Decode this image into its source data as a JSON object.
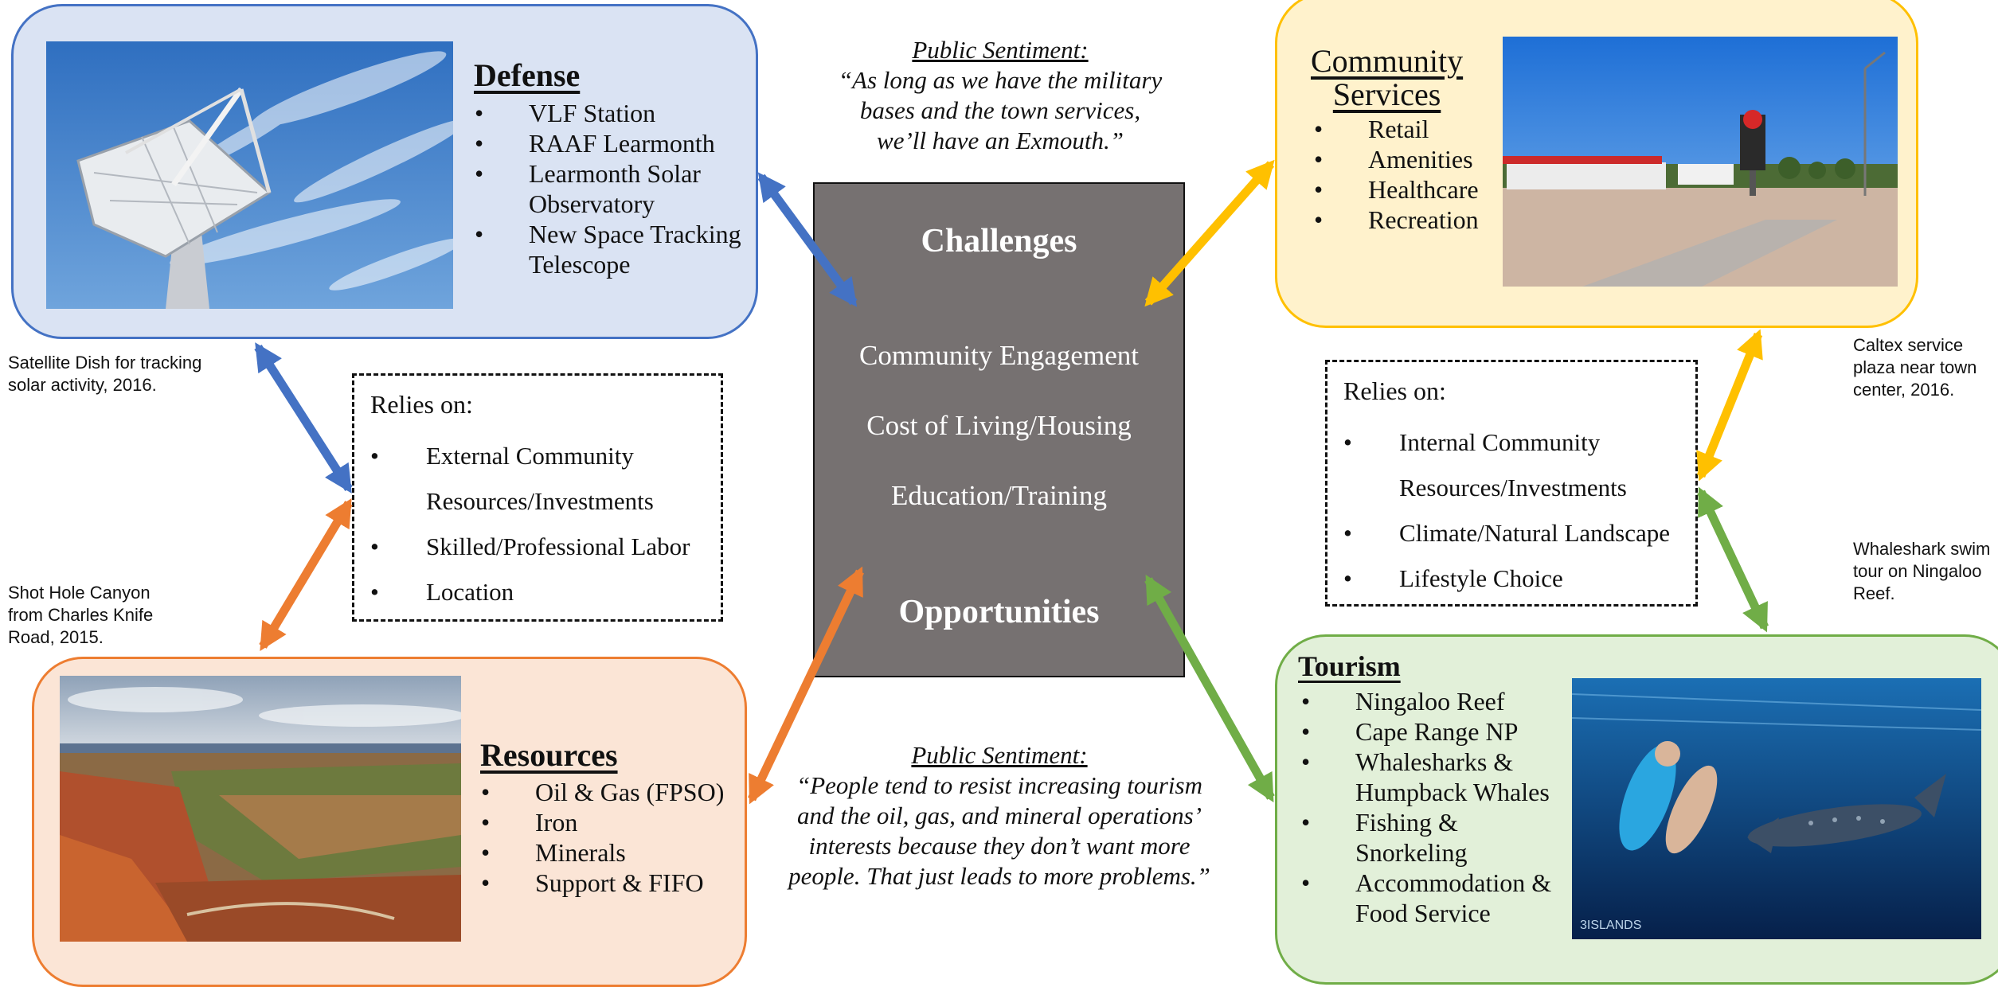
{
  "colors": {
    "defense_fill": "#dae3f3",
    "defense_border": "#4472c4",
    "community_fill": "#fff2cc",
    "community_border": "#ffc000",
    "resources_fill": "#fbe5d6",
    "resources_border": "#ed7d31",
    "tourism_fill": "#e2f0d9",
    "tourism_border": "#70ad47",
    "center_fill": "#767171",
    "arrow_blue": "#4472c4",
    "arrow_yellow": "#ffc000",
    "arrow_orange": "#ed7d31",
    "arrow_green": "#70ad47"
  },
  "defense": {
    "title": "Defense",
    "items": [
      "VLF Station",
      "RAAF Learmonth",
      "Learmonth Solar Observatory",
      "New Space Tracking Telescope"
    ],
    "caption": "Satellite Dish for tracking solar activity, 2016."
  },
  "community": {
    "title_line1": "Community",
    "title_line2": "Services",
    "items": [
      "Retail",
      "Amenities",
      "Healthcare",
      "Recreation"
    ],
    "caption": "Caltex service plaza near town center, 2016."
  },
  "resources": {
    "title": "Resources",
    "items": [
      "Oil & Gas (FPSO)",
      "Iron",
      "Minerals",
      "Support & FIFO"
    ],
    "caption": "Shot Hole Canyon from Charles Knife Road, 2015."
  },
  "tourism": {
    "title": "Tourism",
    "items": [
      "Ningaloo Reef",
      "Cape Range NP",
      "Whalesharks & Humpback Whales",
      "Fishing & Snorkeling",
      "Accommodation & Food Service"
    ],
    "caption": "Whaleshark swim tour on Ningaloo Reef."
  },
  "relies_left": {
    "heading": "Relies on:",
    "items": [
      "External Community",
      "Resources/Investments",
      "Skilled/Professional Labor",
      "Location"
    ]
  },
  "relies_right": {
    "heading": "Relies on:",
    "items": [
      "Internal Community",
      "Resources/Investments",
      "Climate/Natural Landscape",
      "Lifestyle Choice"
    ]
  },
  "center": {
    "challenges": "Challenges",
    "items": [
      "Community Engagement",
      "Cost of Living/Housing",
      "Education/Training"
    ],
    "opportunities": "Opportunities"
  },
  "sentiment_top": {
    "heading": "Public Sentiment:",
    "lines": [
      "“As long as we have the military",
      "bases and the town services,",
      "we’ll have an Exmouth.”"
    ]
  },
  "sentiment_bottom": {
    "heading": "Public Sentiment:",
    "lines": [
      "“People tend to resist increasing tourism",
      "and the oil, gas, and mineral operations’",
      "interests because they don’t want more",
      "people. That just leads to more problems.”"
    ]
  },
  "photo_watermark": "3ISLANDS"
}
